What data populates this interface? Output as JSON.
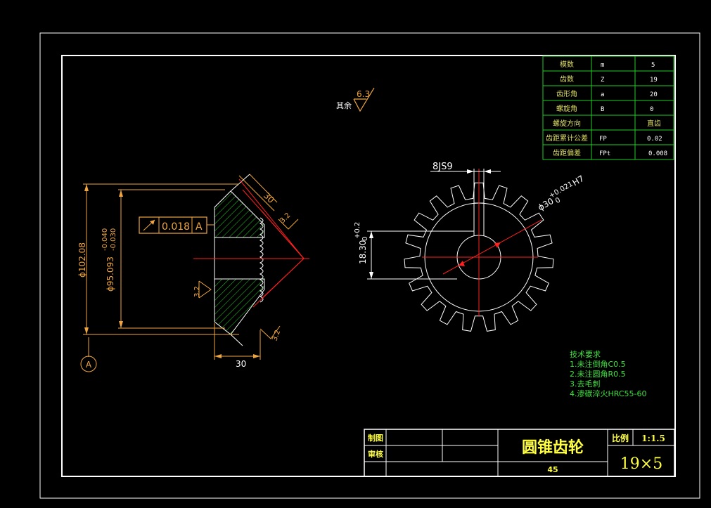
{
  "param_table": {
    "rows": [
      {
        "name": "模数",
        "symbol": "m",
        "value": "5"
      },
      {
        "name": "齿数",
        "symbol": "Z",
        "value": "19"
      },
      {
        "name": "齿形角",
        "symbol": "a",
        "value": "20"
      },
      {
        "name": "螺旋角",
        "symbol": "B",
        "value": "0"
      },
      {
        "name": "螺旋方向",
        "symbol": "",
        "value": "直齿"
      },
      {
        "name": "齿距累计公差",
        "symbol": "FP",
        "value": "0.02"
      },
      {
        "name": "齿距偏差",
        "symbol": "FPt",
        "value": "0.008"
      }
    ]
  },
  "roughness_general": {
    "label": "其余",
    "value": "6.3"
  },
  "section_view": {
    "dim_outer_dia": "ϕ102.08",
    "dim_bore_dia": "ϕ95.093",
    "dim_bore_tol_upper": "-0.040",
    "dim_bore_tol_lower": "-0.030",
    "dim_width": "30",
    "dim_face": "30",
    "tolerance_frame": {
      "value": "0.018",
      "datum": "A"
    },
    "roughness_1": "3.2",
    "roughness_2": "3.2",
    "roughness_3": "3.2",
    "datum_label": "A"
  },
  "front_view": {
    "keyway_width": "8JS9",
    "bore_dim": "ϕ30",
    "bore_tol_upper": "+0.021",
    "bore_tol_lower": "0",
    "bore_fit": "H7",
    "keyway_depth": "18.30",
    "keyway_tol_upper": "+0.2",
    "keyway_tol_lower": "0"
  },
  "tech_requirements": {
    "title": "技术要求",
    "items": [
      "1.未注倒角C0.5",
      "2.未注圆角R0.5",
      "3.去毛刺",
      "4.渗碳淬火HRC55-60"
    ]
  },
  "title_block": {
    "drawn_label": "制图",
    "checked_label": "审核",
    "part_name": "圆锥齿轮",
    "material": "45",
    "scale_label": "比例",
    "scale_value": "1:1.5",
    "drawing_code": "19×5"
  },
  "colors": {
    "background": "#000000",
    "frame": "#ffffff",
    "dimension": "#f0a640",
    "center_line": "#ff2020",
    "hatch": "#22cc22",
    "table": "#22cc22",
    "text_green": "#3fe03f",
    "title_yellow": "#ffff40"
  }
}
